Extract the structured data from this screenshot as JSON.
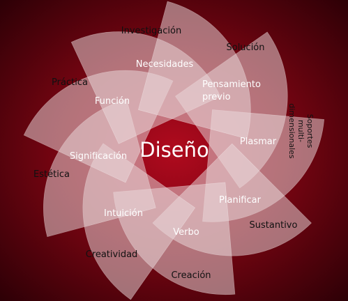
{
  "diagram": {
    "center_label": "Diseño",
    "outer_labels": {
      "investigacion": "Investigación",
      "solucion": "Solución",
      "soportes_1": "Soportes",
      "soportes_2": "multi-",
      "soportes_3": "dimensionales",
      "sustantivo": "Sustantivo",
      "creacion": "Creación",
      "creatividad": "Creatividad",
      "estetica": "Estética",
      "practica": "Práctica"
    },
    "inner_labels": {
      "necesidades": "Necesidades",
      "pensamiento_1": "Pensamiento",
      "pensamiento_2": "previo",
      "plasmar": "Plasmar",
      "planificar": "Planificar",
      "verbo": "Verbo",
      "intuicion": "Intuición",
      "significacion": "Significación",
      "funcion": "Función"
    }
  },
  "colors": {
    "background_center": "#b00a1e",
    "background_edge": "#2e0006",
    "petal_fill": "#e9d8db",
    "outer_text": "#111111",
    "inner_text": "#ffffff",
    "center_text": "#ffffff"
  }
}
